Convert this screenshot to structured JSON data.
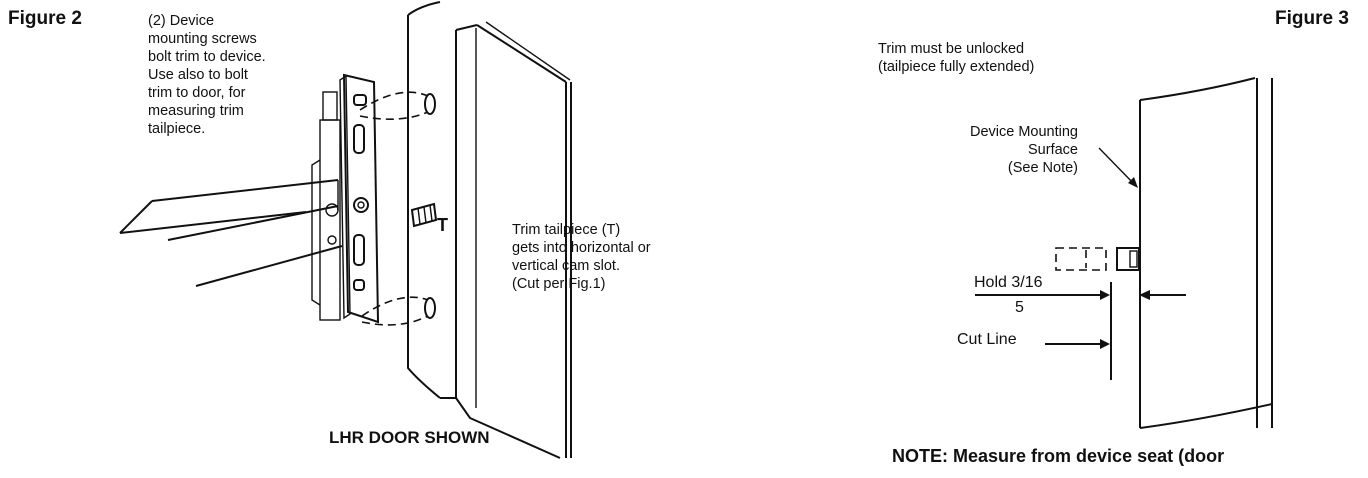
{
  "figure2": {
    "title": "Figure 2",
    "callout_lines": [
      "(2) Device",
      "mounting screws",
      "bolt trim to device.",
      "Use also to bolt",
      "trim to door, for",
      "measuring trim",
      "tailpiece."
    ],
    "tailpiece_lines": [
      "Trim tailpiece (T)",
      "gets into horizontal or",
      "vertical cam slot.",
      "(Cut per Fig.1)"
    ],
    "t_label": "T",
    "caption": "LHR DOOR SHOWN"
  },
  "figure3": {
    "title": "Figure 3",
    "trim_lines": [
      "Trim must be unlocked",
      "(tailpiece fully extended)"
    ],
    "surface_lines": [
      "Device Mounting",
      "Surface",
      "(See Note)"
    ],
    "hold_label": "Hold 3/16",
    "hold_sub": "5",
    "cut_line": "Cut Line",
    "note": "NOTE: Measure from device seat (door"
  }
}
